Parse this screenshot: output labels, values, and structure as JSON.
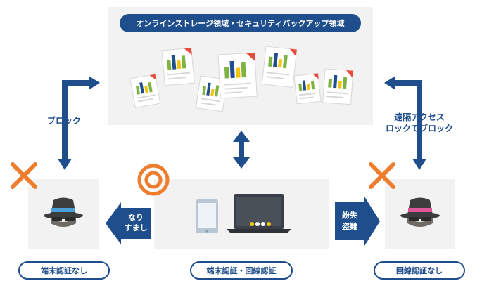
{
  "storage_banner": "オンラインストレージ領域・セキュリティバックアップ領域",
  "left_arrow_label": "ブロック",
  "right_arrow_label_line1": "遠隔アクセス",
  "right_arrow_label_line2": "ロックでブロック",
  "impersonation_line1": "なり",
  "impersonation_line2": "すまし",
  "loss_line1": "紛失",
  "loss_line2": "盗難",
  "left_caption": "端末認証なし",
  "center_caption": "端末認証・回線認証",
  "right_caption": "回線認証なし",
  "colors": {
    "primary": "#1f4e8c",
    "cross": "#ef7d2e",
    "panel": "#f2f2f2"
  }
}
